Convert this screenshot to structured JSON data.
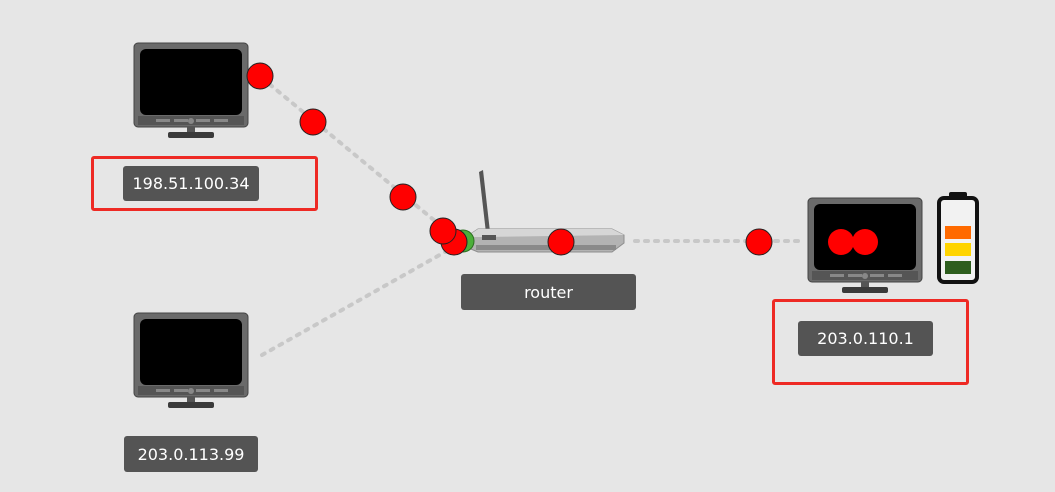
{
  "nodes": {
    "host_a": {
      "label": "198.51.100.34"
    },
    "host_b": {
      "label": "203.0.113.99"
    },
    "host_c": {
      "label": "203.0.110.1"
    },
    "router": {
      "label": "router"
    }
  },
  "battery": {
    "levels": [
      "#ff6a00",
      "#ffd400",
      "#2e5e1e"
    ]
  },
  "colors": {
    "background": "#e6e6e6",
    "label_bg": "#545454",
    "highlight": "#ee2a24",
    "packet": "#ff0000",
    "router_port": "#4caf3a",
    "link": "#c8c8c8"
  }
}
